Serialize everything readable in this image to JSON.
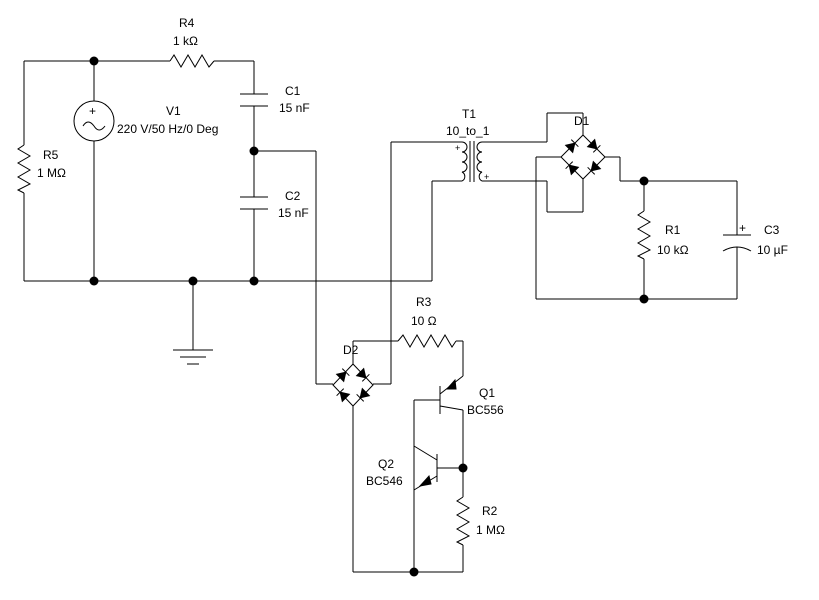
{
  "components": {
    "R4": {
      "ref": "R4",
      "value": "1 kΩ"
    },
    "C1": {
      "ref": "C1",
      "value": "15 nF"
    },
    "V1": {
      "ref": "V1",
      "value": "220 V/50 Hz/0 Deg"
    },
    "R5": {
      "ref": "R5",
      "value": "1 MΩ"
    },
    "C2": {
      "ref": "C2",
      "value": "15 nF"
    },
    "T1": {
      "ref": "T1",
      "value": "10_to_1"
    },
    "D1": {
      "ref": "D1"
    },
    "R1": {
      "ref": "R1",
      "value": "10 kΩ"
    },
    "C3": {
      "ref": "C3",
      "value": "10 µF"
    },
    "R3": {
      "ref": "R3",
      "value": "10 Ω"
    },
    "D2": {
      "ref": "D2"
    },
    "Q1": {
      "ref": "Q1",
      "value": "BC556"
    },
    "Q2": {
      "ref": "Q2",
      "value": "BC546"
    },
    "R2": {
      "ref": "R2",
      "value": "1 MΩ"
    }
  },
  "marks": {
    "plus": "+",
    "minus": "−",
    "dot": "•"
  }
}
